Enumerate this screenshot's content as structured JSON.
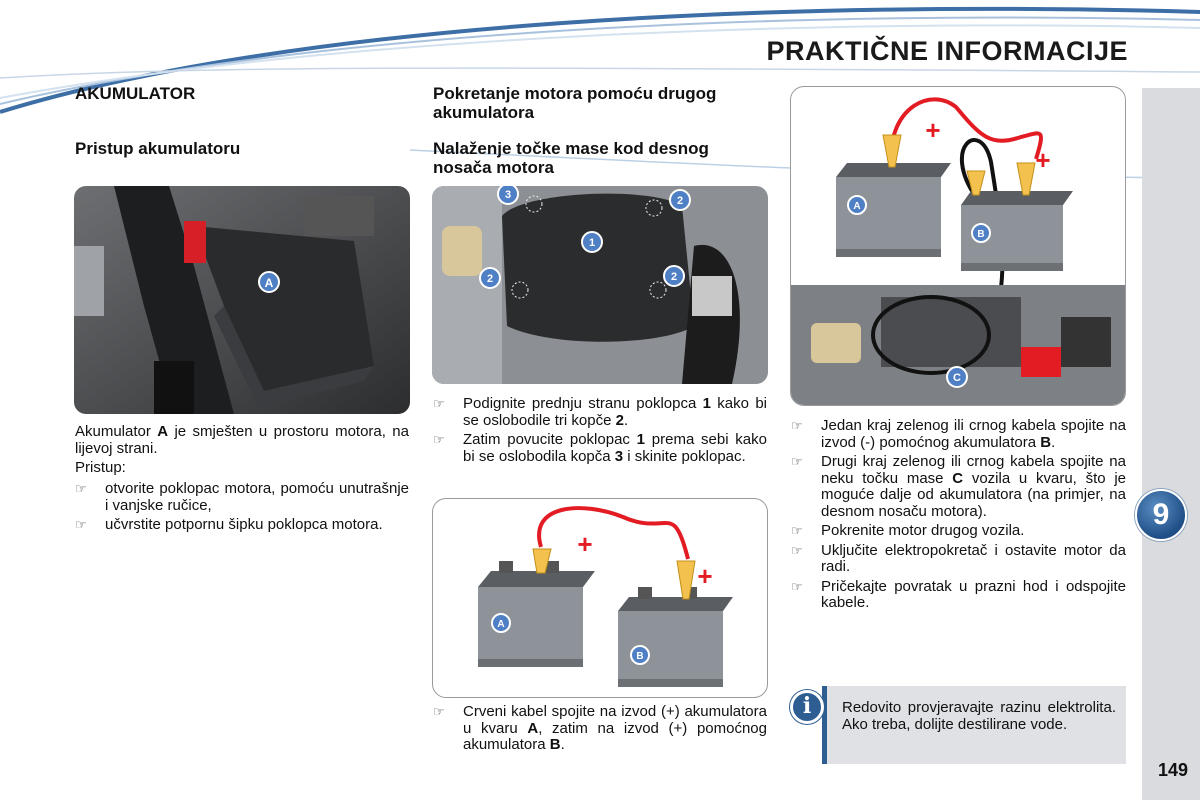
{
  "header": {
    "title": "PRAKTIČNE INFORMACIJE"
  },
  "chapter": {
    "number": "9"
  },
  "footer": {
    "page_number": "149"
  },
  "col1": {
    "heading": "AKUMULATOR",
    "subheading": "Pristup akumulatoru",
    "photo_label": "A",
    "para1_pre": "Akumulator ",
    "para1_bold": "A",
    "para1_post": " je smješten u prostoru motora, na lijevoj strani.",
    "para2": "Pristup:",
    "bullets": [
      "otvorite poklopac motora, pomoću unutrašnje i vanjske ručice,",
      "učvrstite potpornu šipku poklopca motora."
    ]
  },
  "col2": {
    "heading1": "Pokretanje motora pomoću drugog akumulatora",
    "heading2": "Nalaženje točke mase kod desnog nosača motora",
    "photo_labels": [
      "1",
      "2",
      "3"
    ],
    "bullet1_pre": "Podignite prednju stranu poklopca ",
    "bullet1_b1": "1",
    "bullet1_mid": " kako bi se oslobodile tri kopče ",
    "bullet1_b2": "2",
    "bullet1_post": ".",
    "bullet2_pre": "Zatim povucite poklopac ",
    "bullet2_b1": "1",
    "bullet2_mid": " prema sebi kako bi se oslobodila kopča ",
    "bullet2_b2": "3",
    "bullet2_post": " i skinite poklopac.",
    "bullet3_pre": "Crveni kabel spojite na izvod (+) akumulatora u kvaru ",
    "bullet3_b1": "A",
    "bullet3_mid": ", zatim na izvod (+) pomoćnog akumulatora ",
    "bullet3_b2": "B",
    "bullet3_post": "."
  },
  "col3": {
    "diagram_labels": {
      "battery_a": "A",
      "battery_b": "B",
      "ground": "C",
      "plus": "+"
    },
    "bullet1_pre": "Jedan kraj zelenog ili crnog kabela spojite na izvod (-) pomoćnog akumulatora ",
    "bullet1_b": "B",
    "bullet1_post": ".",
    "bullet2_pre": "Drugi kraj zelenog ili crnog kabela spojite na neku točku mase ",
    "bullet2_b": "C",
    "bullet2_post": " vozila u kvaru, što je moguće dalje od akumulatora (na primjer, na desnom nosaču motora).",
    "bullet3": "Pokrenite motor drugog vozila.",
    "bullet4": "Uključite elektropokretač i ostavite motor da radi.",
    "bullet5": "Pričekajte povratak u prazni hod i odspojite kabele."
  },
  "info": {
    "icon": "i",
    "text": "Redovito provjeravajte razinu elektrolita. Ako treba, dolijte destilirane vode."
  },
  "bullet_mark": "☞",
  "colors": {
    "accent": "#2e5d91",
    "cable_red": "#e31b23",
    "battery_body": "#8d9399"
  }
}
